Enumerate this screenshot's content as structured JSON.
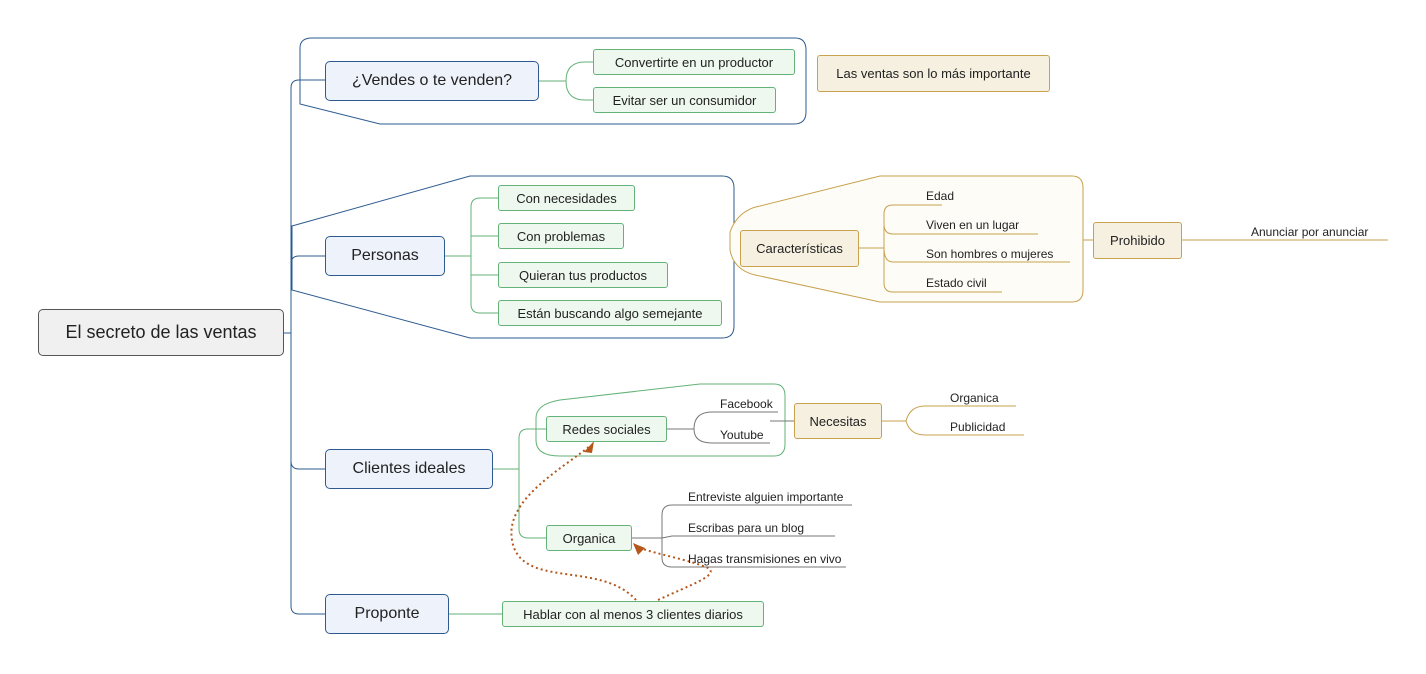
{
  "root": "El secreto de las ventas",
  "branches": {
    "vendes": {
      "label": "¿Vendes o te venden?",
      "children": [
        "Convertirte en un productor",
        "Evitar ser un consumidor"
      ],
      "callout": "Las ventas son lo más importante"
    },
    "personas": {
      "label": "Personas",
      "children": [
        "Con necesidades",
        "Con problemas",
        "Quieran tus productos",
        "Están buscando algo semejante"
      ],
      "characteristics": {
        "label": "Características",
        "items": [
          "Edad",
          "Viven en un lugar",
          "Son hombres o mujeres",
          "Estado civil"
        ],
        "prohibited": "Prohibido",
        "prohibited_item": "Anunciar por anunciar"
      }
    },
    "clientes": {
      "label": "Clientes ideales",
      "redes": {
        "label": "Redes sociales",
        "items": [
          "Facebook",
          "Youtube"
        ],
        "necesitas": "Necesitas",
        "necesitas_items": [
          "Organica",
          "Publicidad"
        ]
      },
      "organica": {
        "label": "Organica",
        "items": [
          "Entreviste alguien importante",
          "Escribas para un blog",
          "Hagas transmisiones en vivo"
        ]
      }
    },
    "proponte": {
      "label": "Proponte",
      "child": "Hablar con al menos 3 clientes diarios"
    }
  },
  "colors": {
    "main_border": "#2e5b8f",
    "green_border": "#63b277",
    "gold_border": "#c8a24e",
    "relationship": "#b5561a"
  }
}
